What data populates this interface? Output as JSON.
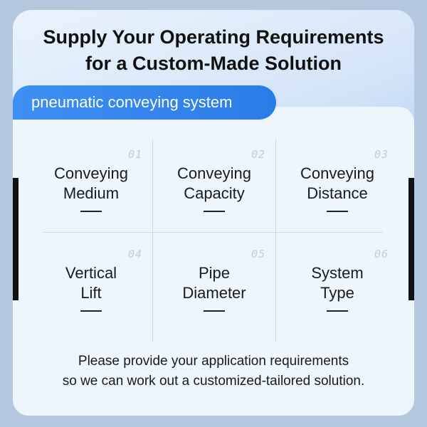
{
  "header": {
    "title_line1": "Supply Your Operating Requirements",
    "title_line2": "for a Custom-Made Solution"
  },
  "tab": {
    "label": "pneumatic conveying system"
  },
  "requirements": [
    {
      "number": "01",
      "line1": "Conveying",
      "line2": "Medium"
    },
    {
      "number": "02",
      "line1": "Conveying",
      "line2": "Capacity"
    },
    {
      "number": "03",
      "line1": "Conveying",
      "line2": "Distance"
    },
    {
      "number": "04",
      "line1": "Vertical",
      "line2": "Lift"
    },
    {
      "number": "05",
      "line1": "Pipe",
      "line2": "Diameter"
    },
    {
      "number": "06",
      "line1": "System",
      "line2": "Type"
    }
  ],
  "footer": {
    "line1": "Please provide your application requirements",
    "line2": "so we can work out a customized-tailored solution."
  },
  "colors": {
    "accent": "#2a7ce8",
    "background": "#b3c8df",
    "card": "#eef6fd"
  }
}
